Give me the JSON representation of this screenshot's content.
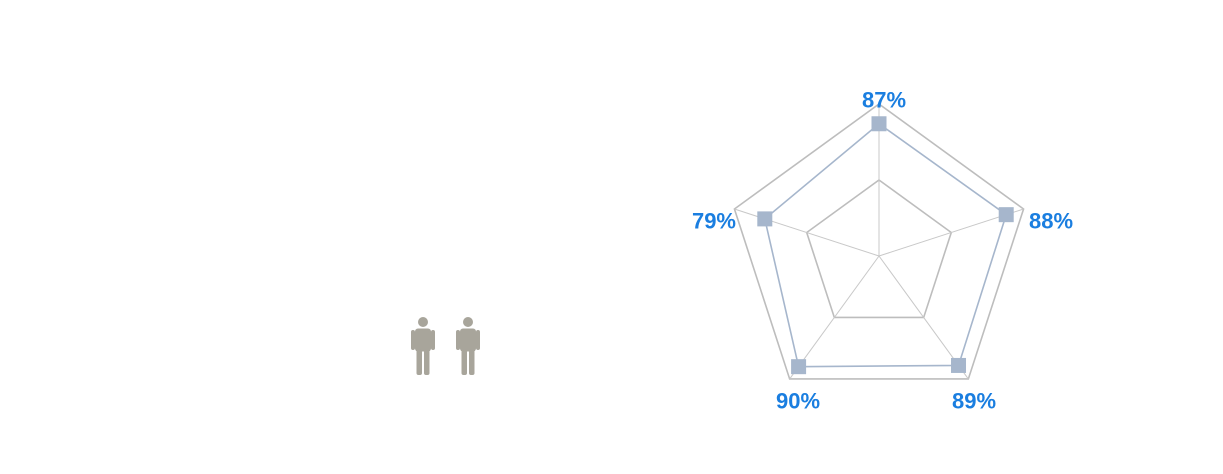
{
  "colors": {
    "label": "#1a7ee0",
    "series": "#a6b6cc",
    "grid": "#bdbdbd",
    "spoke": "#c8c8c8",
    "person": "#a8a59b"
  },
  "people": [
    {
      "icon": "person-icon"
    },
    {
      "icon": "person-icon"
    }
  ],
  "chart_data": {
    "type": "radar",
    "title": "",
    "axes": [
      "",
      "",
      "",
      "",
      ""
    ],
    "series": [
      {
        "values": [
          87,
          88,
          89,
          90,
          79
        ]
      }
    ],
    "labels": [
      "87%",
      "88%",
      "89%",
      "90%",
      "79%"
    ],
    "range": [
      0,
      100
    ],
    "grid_levels": [
      50,
      100
    ],
    "marker": "square",
    "legend": "none"
  }
}
